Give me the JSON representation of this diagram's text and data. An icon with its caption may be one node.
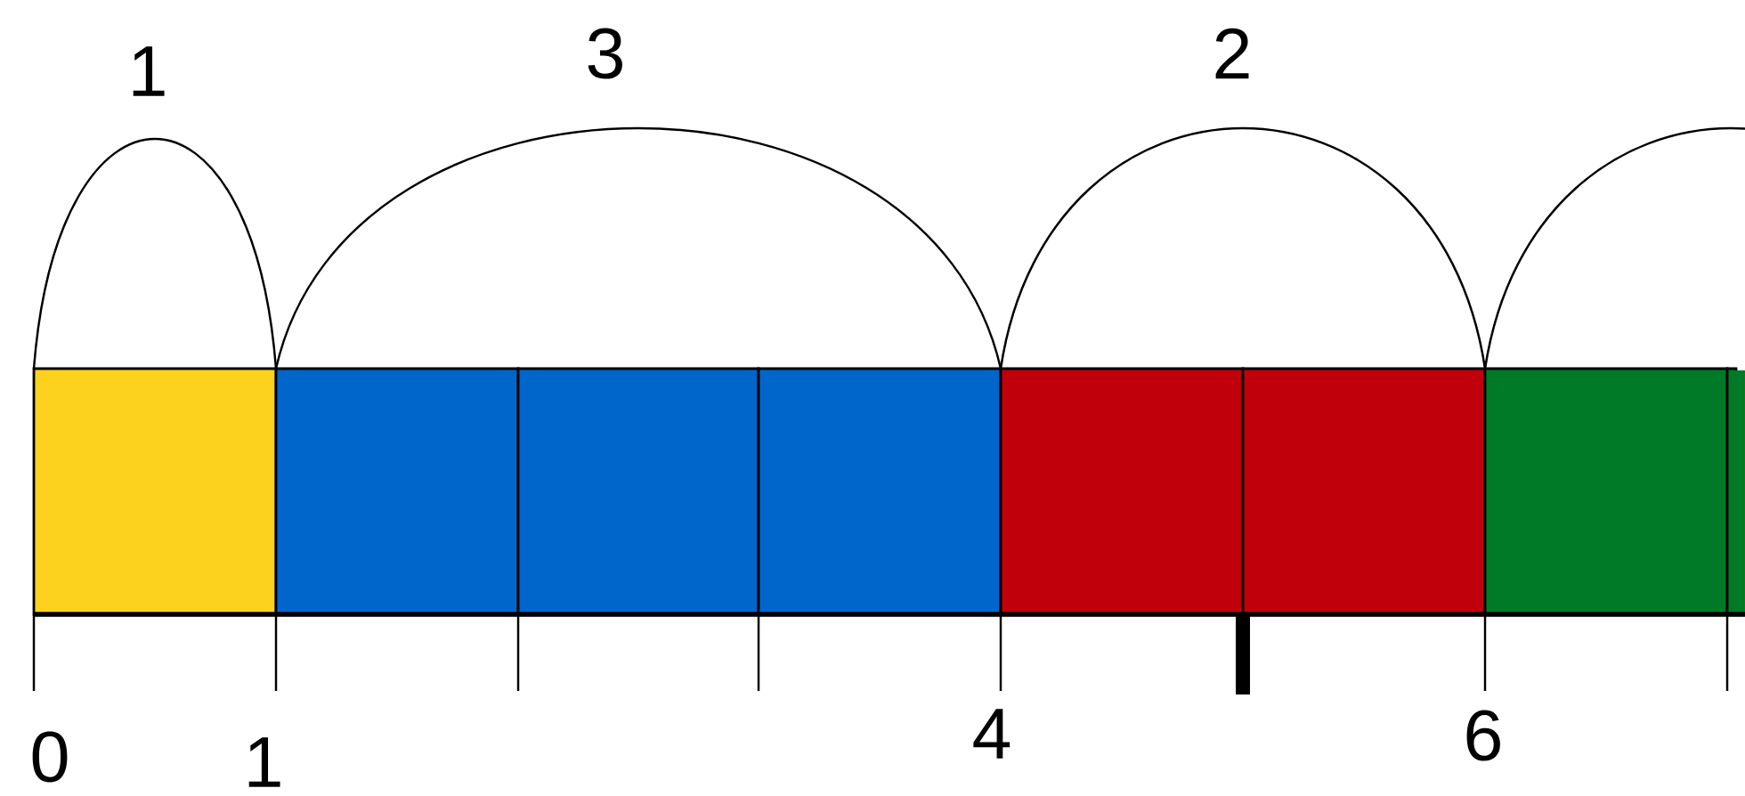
{
  "diagram": {
    "nodes": [
      {
        "text": [],
        "shape": "box"
      },
      {
        "text": [],
        "shape": "box"
      },
      {
        "text": [],
        "shape": "box"
      },
      {
        "text": [],
        "shape": "box"
      },
      {
        "text": [],
        "shape": "box"
      },
      {
        "text": [],
        "shape": "box"
      },
      {
        "text": [],
        "shape": "box"
      },
      {
        "text": [],
        "shape": "box"
      }
    ],
    "labels": [
      "1",
      "3",
      "2",
      "0",
      "1",
      "4",
      "6"
    ]
  }
}
